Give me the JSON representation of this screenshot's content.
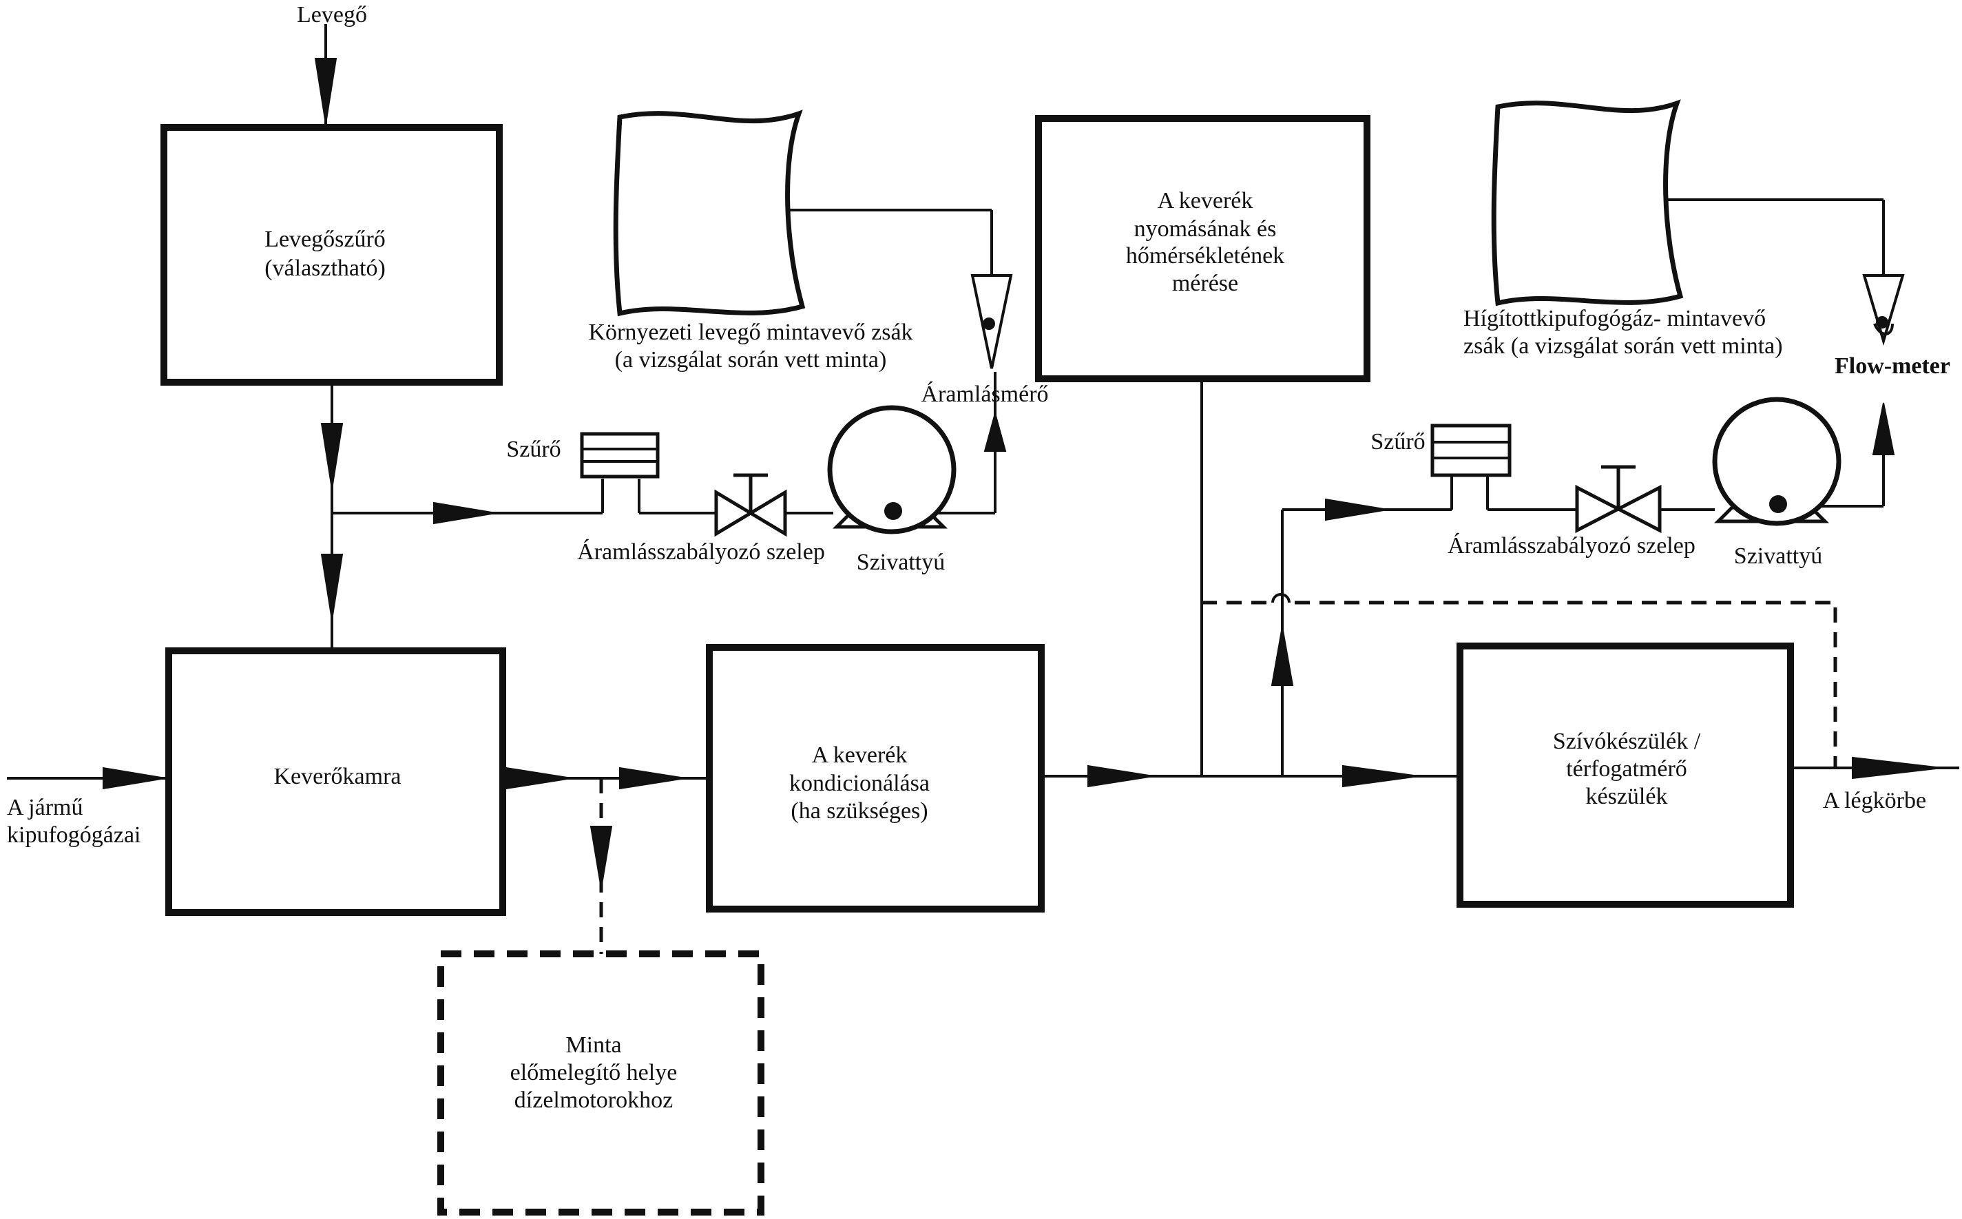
{
  "labels": {
    "air_in": "Levegő",
    "air_filter": [
      "Levegőszűrő",
      "(választható)"
    ],
    "ambient_bag": [
      "Környezeti levegő mintavevő zsák",
      "(a vizsgálat során vett minta)"
    ],
    "flowmeter_left": "Áramlásmérő",
    "filter_left": "Szűrő",
    "valve_left": "Áramlásszabályozó szelep",
    "pump_left": "Szivattyú",
    "measurement": [
      "A keverék",
      "nyomásának és",
      "hőmérsékletének",
      "mérése"
    ],
    "dilute_bag": [
      "Hígítottkipufogógáz- mintavevő",
      "zsák (a vizsgálat során vett minta)"
    ],
    "flowmeter_right": "Flow-meter",
    "filter_right": "Szűrő",
    "valve_right": "Áramlásszabályozó szelep",
    "pump_right": "Szivattyú",
    "exhaust_in": [
      "A jármű",
      "kipufogógázai"
    ],
    "mixing_chamber": "Keverőkamra",
    "conditioning": [
      "A keverék",
      "kondicionálása",
      "(ha szükséges)"
    ],
    "suction_device": [
      "Szívókészülék /",
      "térfogatmérő",
      "készülék"
    ],
    "to_atmosphere": "A légkörbe",
    "preheater": [
      "Minta",
      "előmelegítő helye",
      "dízelmotorokhoz"
    ]
  }
}
